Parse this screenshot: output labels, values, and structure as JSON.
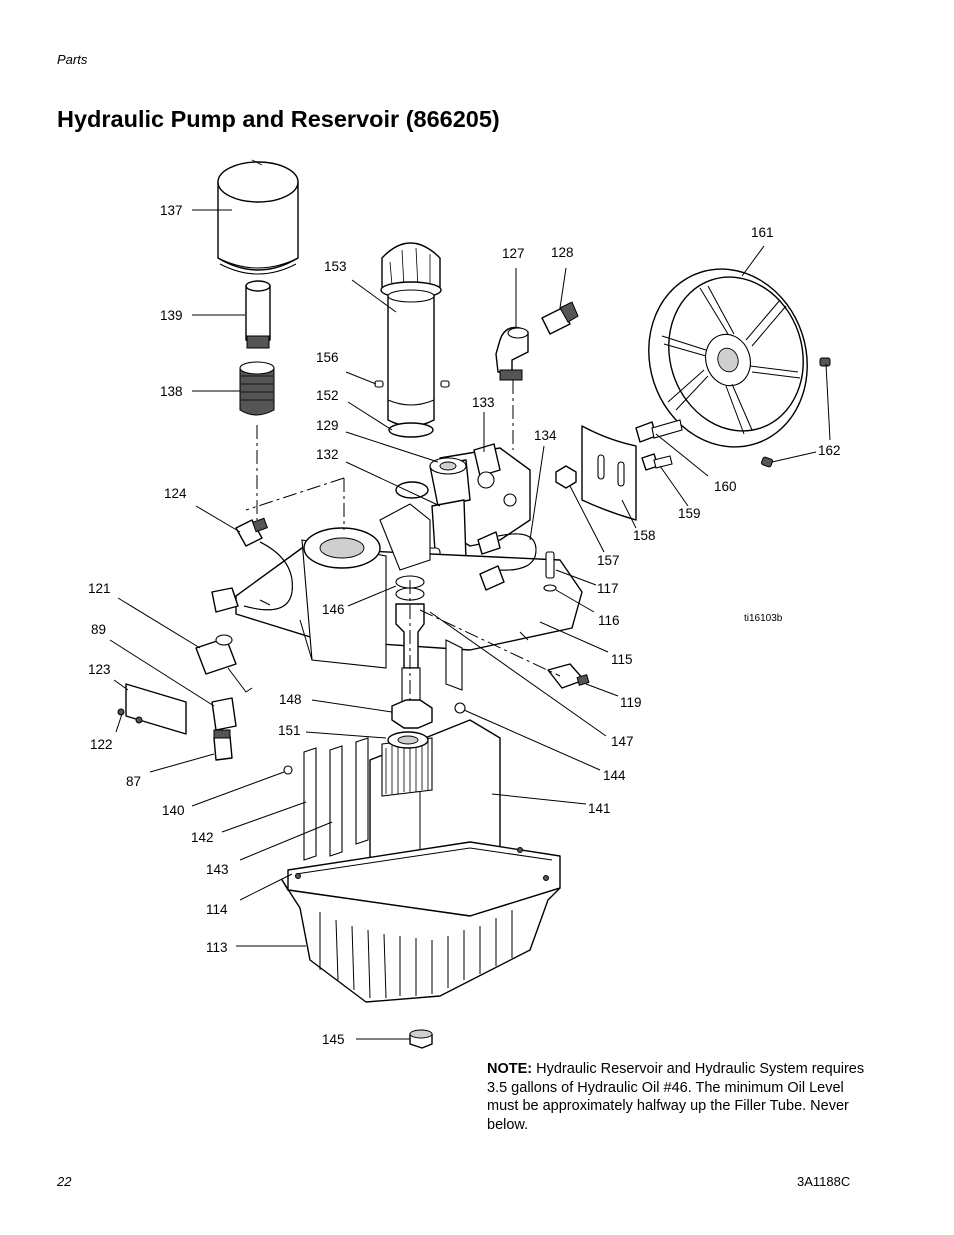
{
  "header": {
    "section": "Parts"
  },
  "title": "Hydraulic Pump and Reservoir (866205)",
  "figure": {
    "figure_id": "ti16103b",
    "callouts": [
      {
        "id": "137",
        "label": "137"
      },
      {
        "id": "139",
        "label": "139"
      },
      {
        "id": "138",
        "label": "138"
      },
      {
        "id": "153",
        "label": "153"
      },
      {
        "id": "156",
        "label": "156"
      },
      {
        "id": "152",
        "label": "152"
      },
      {
        "id": "129",
        "label": "129"
      },
      {
        "id": "132",
        "label": "132"
      },
      {
        "id": "127",
        "label": "127"
      },
      {
        "id": "128",
        "label": "128"
      },
      {
        "id": "133",
        "label": "133"
      },
      {
        "id": "134",
        "label": "134"
      },
      {
        "id": "161",
        "label": "161"
      },
      {
        "id": "162",
        "label": "162"
      },
      {
        "id": "160",
        "label": "160"
      },
      {
        "id": "159",
        "label": "159"
      },
      {
        "id": "158",
        "label": "158"
      },
      {
        "id": "157",
        "label": "157"
      },
      {
        "id": "117",
        "label": "117"
      },
      {
        "id": "116",
        "label": "116"
      },
      {
        "id": "115",
        "label": "115"
      },
      {
        "id": "119",
        "label": "119"
      },
      {
        "id": "147",
        "label": "147"
      },
      {
        "id": "144",
        "label": "144"
      },
      {
        "id": "141",
        "label": "141"
      },
      {
        "id": "124",
        "label": "124"
      },
      {
        "id": "121",
        "label": "121"
      },
      {
        "id": "89",
        "label": "89"
      },
      {
        "id": "123",
        "label": "123"
      },
      {
        "id": "122",
        "label": "122"
      },
      {
        "id": "87",
        "label": "87"
      },
      {
        "id": "146",
        "label": "146"
      },
      {
        "id": "148",
        "label": "148"
      },
      {
        "id": "151",
        "label": "151"
      },
      {
        "id": "140",
        "label": "140"
      },
      {
        "id": "142",
        "label": "142"
      },
      {
        "id": "143",
        "label": "143"
      },
      {
        "id": "114",
        "label": "114"
      },
      {
        "id": "113",
        "label": "113"
      },
      {
        "id": "145",
        "label": "145"
      }
    ]
  },
  "note": {
    "label": "NOTE:",
    "text": "Hydraulic Reservoir and Hydraulic System requires 3.5 gallons of Hydraulic Oil #46. The minimum Oil Level must be approximately halfway up the Filler Tube. Never below."
  },
  "footer": {
    "page_number": "22",
    "doc_number": "3A1188C"
  }
}
